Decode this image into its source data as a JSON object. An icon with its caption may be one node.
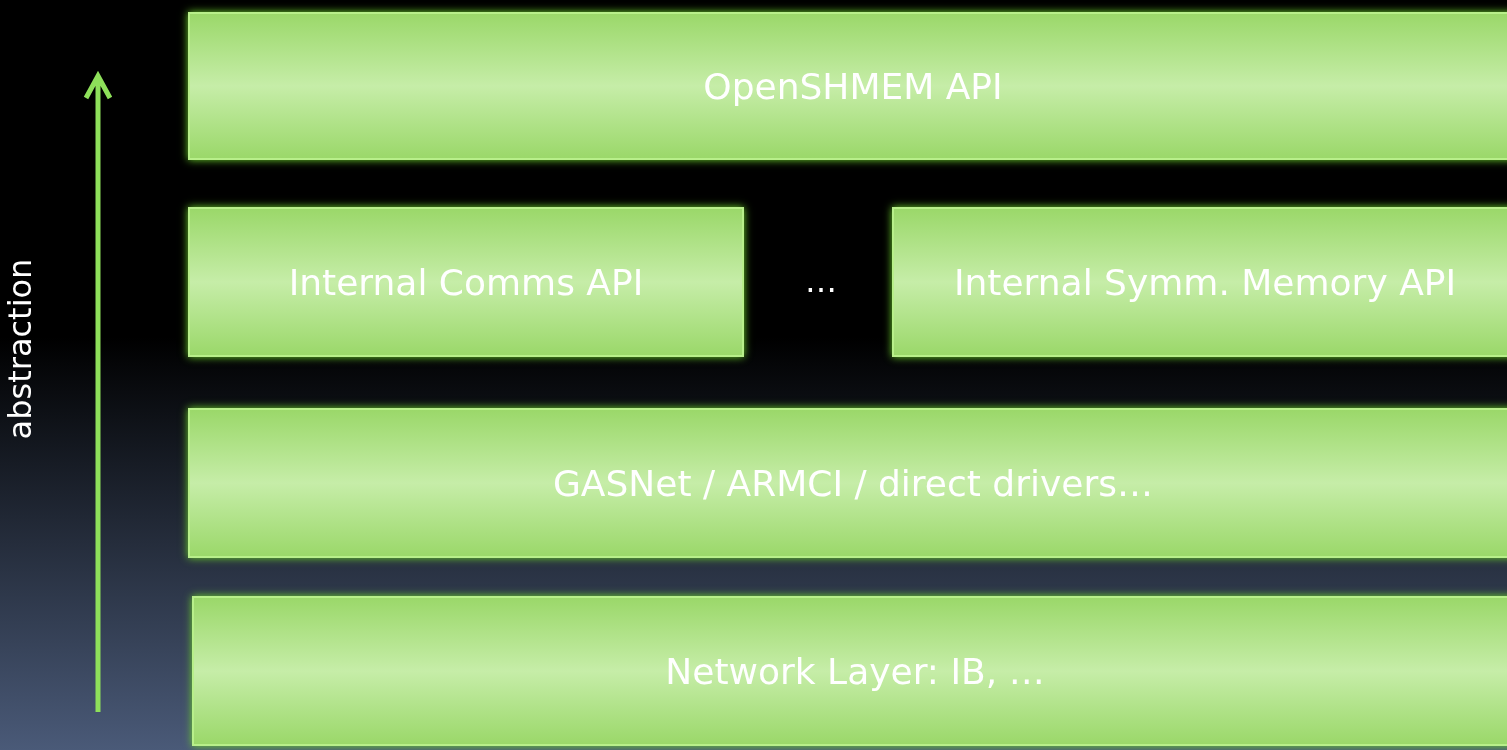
{
  "diagram": {
    "nodes": [
      {
        "text": [
          "OpenSHMEM API"
        ]
      },
      {
        "text": [
          "Internal Comms API"
        ]
      },
      {
        "text": [
          "Internal Symm. Memory API"
        ]
      },
      {
        "text": [
          "GASNet / ARMCI / direct drivers…"
        ]
      },
      {
        "text": [
          "Network Layer: IB, …"
        ]
      }
    ],
    "labels": [
      "abstraction",
      "…"
    ]
  }
}
